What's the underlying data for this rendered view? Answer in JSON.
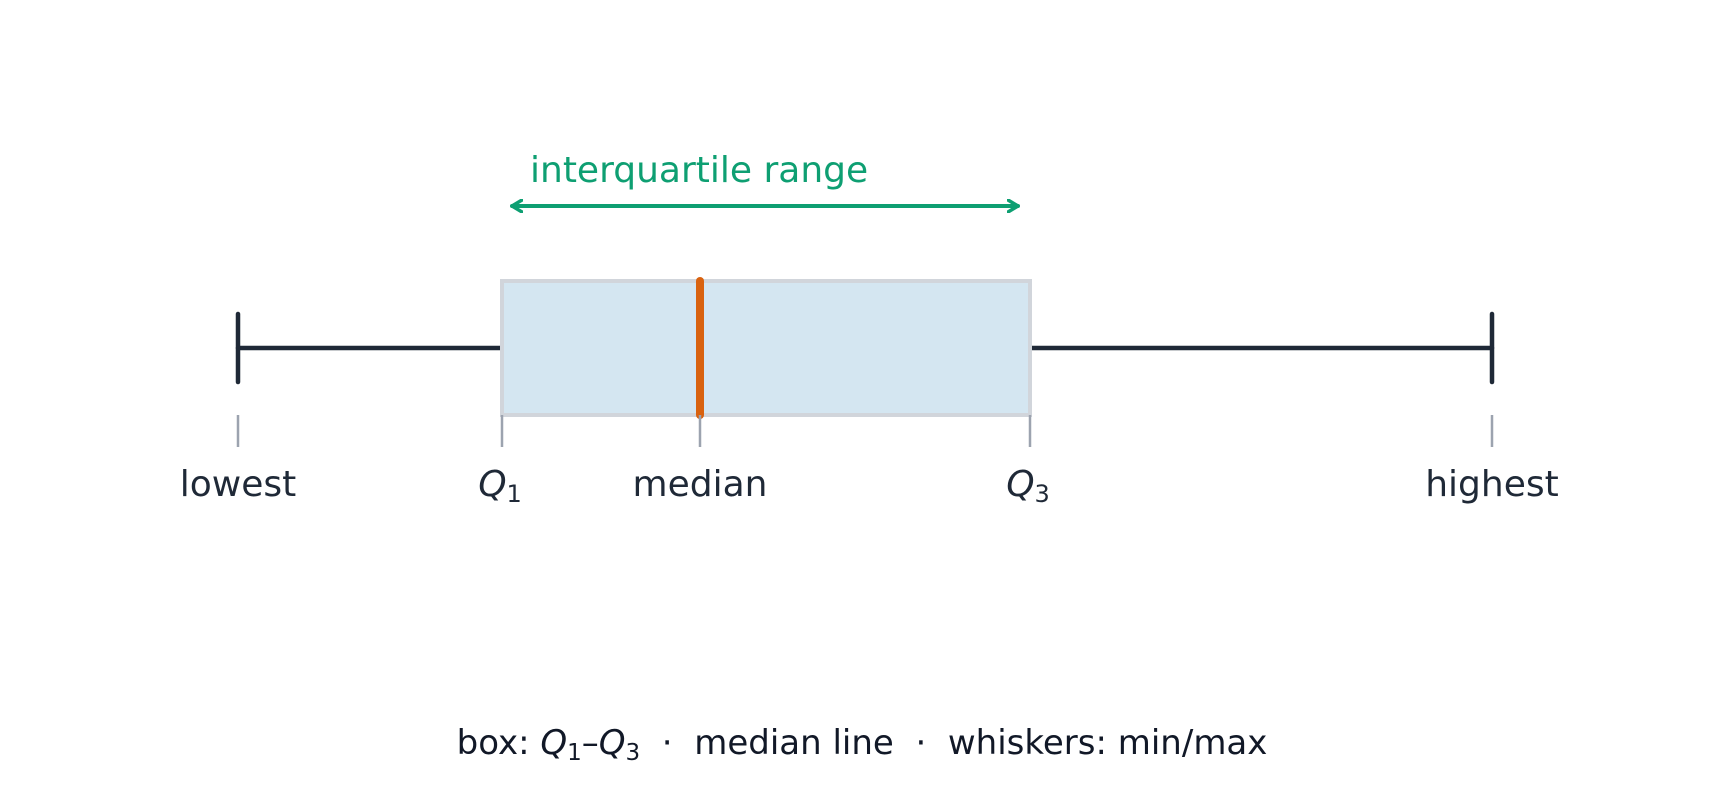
{
  "colors": {
    "box_fill": "#d4e6f1",
    "box_stroke": "#d1d5db",
    "median": "#d9620f",
    "whisker": "#1f2937",
    "tick": "#9ca3af",
    "iqr": "#0e9f72",
    "text": "#1f2937"
  },
  "iqr_label": "interquartile range",
  "labels": {
    "lowest": "lowest",
    "q1_letter": "Q",
    "q1_sub": "1",
    "median": "median",
    "q3_letter": "Q",
    "q3_sub": "3",
    "highest": "highest"
  },
  "caption": {
    "box_prefix": "box: ",
    "q1_letter": "Q",
    "q1_sub": "1",
    "dash": "–",
    "q3_letter": "Q",
    "q3_sub": "3",
    "separator_1": "  ·  ",
    "median_part": "median line",
    "separator_2": "  ·  ",
    "whiskers_part": "whiskers: min/max"
  }
}
